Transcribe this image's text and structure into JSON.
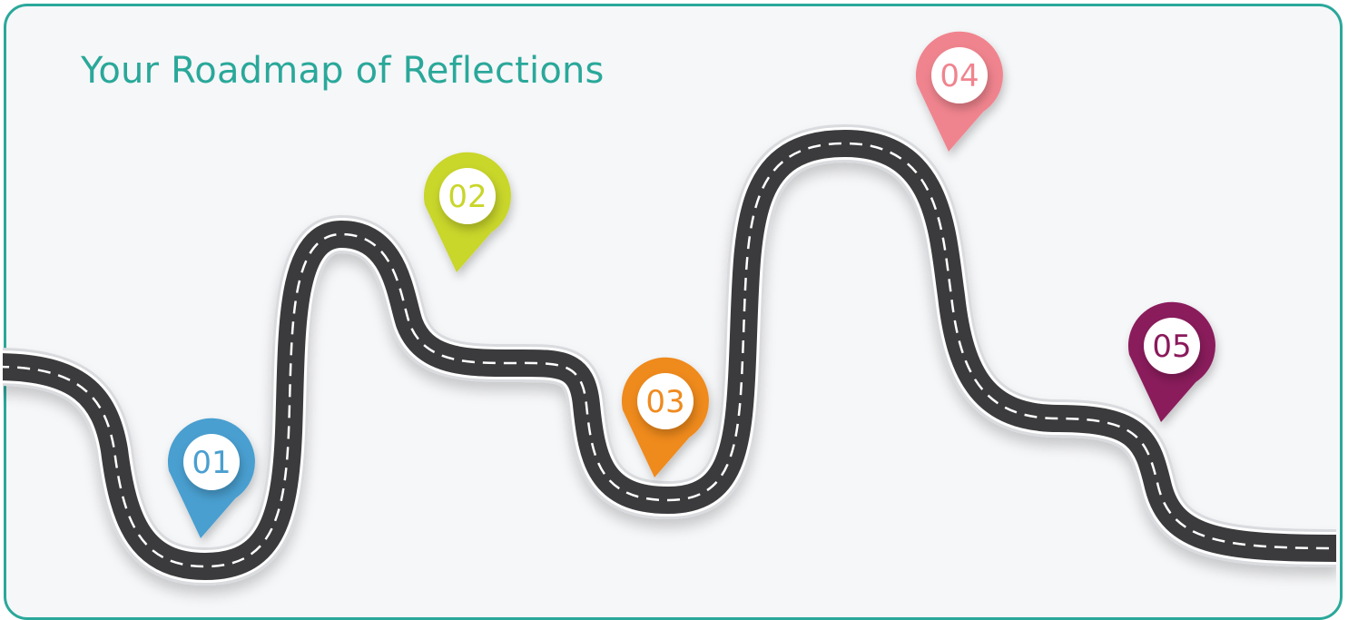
{
  "title": "Your Roadmap of Reflections",
  "colors": {
    "border": "#2aa89a",
    "background": "#f6f7f9",
    "road": "#3b3b3d",
    "road_edge": "#ffffff",
    "title": "#2aa89a"
  },
  "milestones": [
    {
      "label": "01",
      "color": "#4a9fd0"
    },
    {
      "label": "02",
      "color": "#c9d62a"
    },
    {
      "label": "03",
      "color": "#ef8a1f"
    },
    {
      "label": "04",
      "color": "#f0848e"
    },
    {
      "label": "05",
      "color": "#8a1a5c"
    }
  ]
}
